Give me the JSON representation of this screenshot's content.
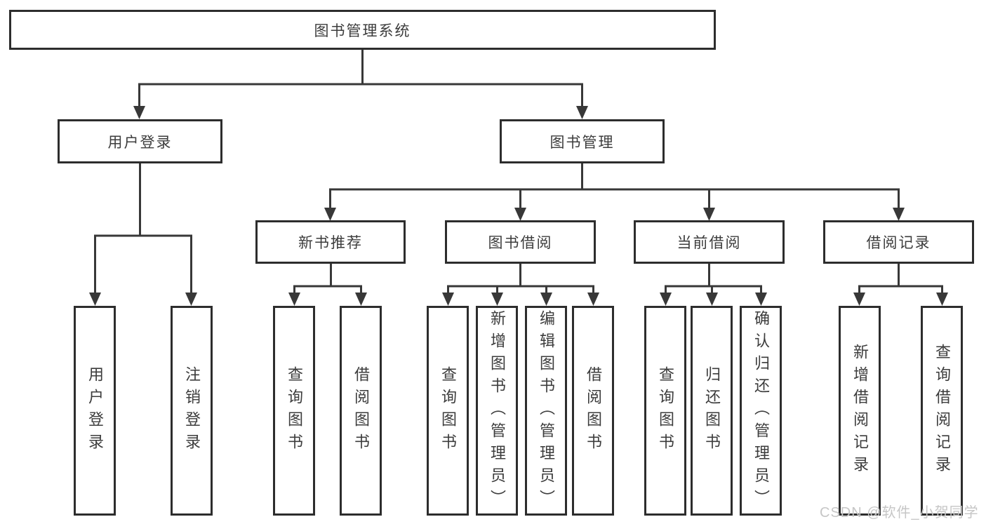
{
  "tree": {
    "root": {
      "label": "图书管理系统"
    },
    "branches": [
      {
        "label": "用户登录",
        "children": [
          {
            "label": "用户登录"
          },
          {
            "label": "注销登录"
          }
        ]
      },
      {
        "label": "图书管理",
        "children": [
          {
            "label": "新书推荐",
            "children": [
              {
                "label": "查询图书"
              },
              {
                "label": "借阅图书"
              }
            ]
          },
          {
            "label": "图书借阅",
            "children": [
              {
                "label": "查询图书"
              },
              {
                "label": "新增图书（管理员）"
              },
              {
                "label": "编辑图书（管理员）"
              },
              {
                "label": "借阅图书"
              }
            ]
          },
          {
            "label": "当前借阅",
            "children": [
              {
                "label": "查询图书"
              },
              {
                "label": "归还图书"
              },
              {
                "label": "确认归还（管理员）"
              }
            ]
          },
          {
            "label": "借阅记录",
            "children": [
              {
                "label": "新增借阅记录"
              },
              {
                "label": "查询借阅记录"
              }
            ]
          }
        ]
      }
    ]
  },
  "watermark": {
    "text": "CSDN @软件_小贺同学"
  },
  "colors": {
    "line": "#383838",
    "box_border": "#2d2d2d",
    "text": "#3c3c3c",
    "watermark": "#c6c6c6",
    "background": "#ffffff"
  }
}
